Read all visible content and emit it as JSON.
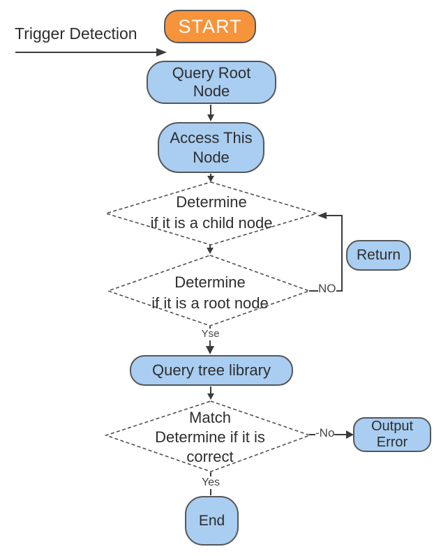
{
  "colors": {
    "background": "#ffffff",
    "node_fill": "#a9cef1",
    "node_border": "#55565a",
    "start_fill": "#f7943b",
    "start_text": "#ffffff",
    "text": "#2d2d2d",
    "line": "#3b3b3b",
    "diamond_border": "#4f4f4f",
    "label_text": "#454545"
  },
  "nodes": {
    "start": {
      "label": "START"
    },
    "query_root": {
      "lines": [
        "Query Root",
        "Node"
      ]
    },
    "access_node": {
      "lines": [
        "Access This",
        "Node"
      ]
    },
    "decision_child": {
      "lines": [
        "Determine",
        "if it is a child node"
      ]
    },
    "decision_root": {
      "lines": [
        "Determine",
        "if it is a root node"
      ]
    },
    "return": {
      "label": "Return"
    },
    "query_tree": {
      "label": "Query tree library"
    },
    "decision_match": {
      "lines": [
        "Match",
        "Determine if it is",
        "correct"
      ]
    },
    "output_error": {
      "lines": [
        "Output",
        "Error"
      ]
    },
    "end": {
      "label": "End"
    }
  },
  "edge_labels": {
    "trigger": "Trigger Detection",
    "no_loop": "NO",
    "yes_root": "Yse",
    "no_match": "-No",
    "yes_match": "Yes"
  }
}
